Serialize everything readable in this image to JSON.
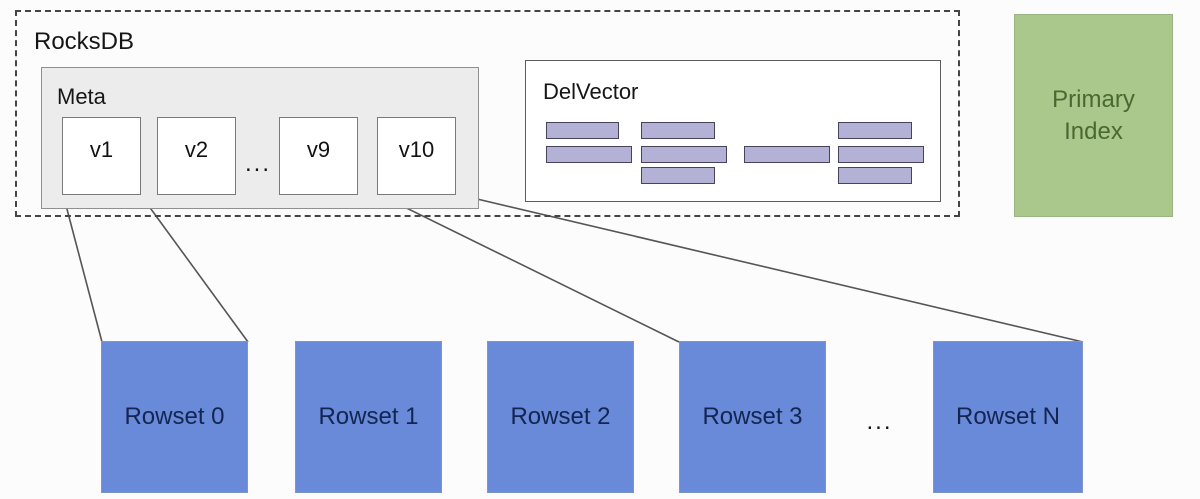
{
  "rocksdb": {
    "label": "RocksDB"
  },
  "meta": {
    "label": "Meta",
    "versions": [
      "v1",
      "v2",
      "v9",
      "v10"
    ],
    "ellipsis": "..."
  },
  "delvector": {
    "label": "DelVector"
  },
  "primary_index": {
    "label": "Primary Index"
  },
  "rowsets": {
    "items": [
      "Rowset 0",
      "Rowset 1",
      "Rowset 2",
      "Rowset 3",
      "Rowset N"
    ],
    "ellipsis": "..."
  },
  "colors": {
    "background": "#fcfcfc",
    "dashed_border": "#454545",
    "box_border": "#5d5d5d",
    "meta_fill": "#ececec",
    "meta_border": "#8f8f8f",
    "vbox_border": "#7a7a7a",
    "block_fill": "#b4b1d6",
    "block_border": "#47435c",
    "line": "#555555",
    "rowset_fill": "#6989d9",
    "rowset_border": "#7f94c9",
    "rowset_text": "#132551",
    "primary_fill": "#aac88b",
    "primary_border": "#9cb383",
    "primary_text": "#4a6932"
  }
}
